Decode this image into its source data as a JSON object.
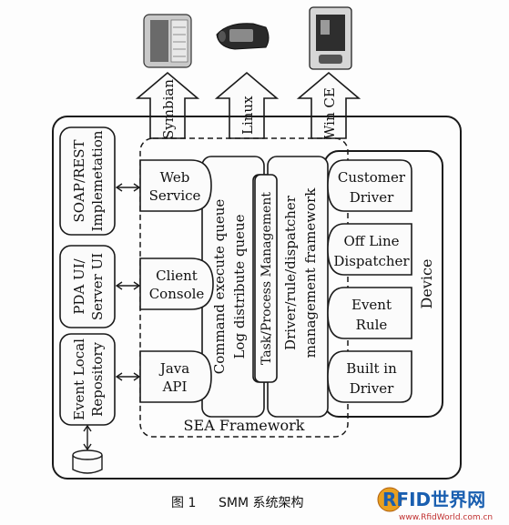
{
  "platforms": [
    {
      "os": "Symbian",
      "device_icon": "phone-symbian-icon"
    },
    {
      "os": "Linux",
      "device_icon": "phone-linux-icon"
    },
    {
      "os": "Win CE",
      "device_icon": "pda-wince-icon"
    }
  ],
  "left_blocks": [
    {
      "line1": "SOAP/REST",
      "line2": "Implemetation"
    },
    {
      "line1": "PDA UI/",
      "line2": "Server UI"
    },
    {
      "line1": "Event Local",
      "line2": "Repository"
    }
  ],
  "inner_blocks": [
    {
      "line1": "Web",
      "line2": "Service"
    },
    {
      "line1": "Client",
      "line2": "Console"
    },
    {
      "line1": "Java",
      "line2": "API"
    }
  ],
  "center_columns": [
    {
      "line1": "Command execute queue",
      "line2": "Log distribute queue"
    },
    {
      "line1": "Task/Process Management",
      "line2": ""
    },
    {
      "line1": "Driver/rule/dispatcher",
      "line2": "management framework"
    }
  ],
  "device_blocks": [
    {
      "line1": "Customer",
      "line2": "Driver"
    },
    {
      "line1": "Off Line",
      "line2": "Dispatcher"
    },
    {
      "line1": "Event",
      "line2": "Rule"
    },
    {
      "line1": "Built in",
      "line2": "Driver"
    }
  ],
  "device_label": "Device",
  "framework_label": "SEA Framework",
  "caption": {
    "figure": "图 1",
    "title": "SMM 系统架构"
  },
  "watermark": {
    "brand": "RFID世界网",
    "url": "www.RfidWorld.com.cn"
  }
}
